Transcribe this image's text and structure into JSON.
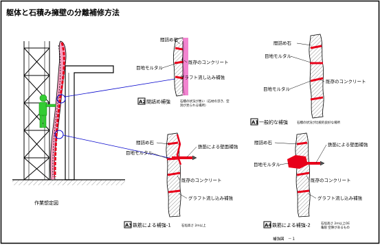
{
  "title": "躯体と石積み擁壁の分離補修方法",
  "left_view": {
    "caption": "作業想定図"
  },
  "panels": {
    "a2": {
      "tag": "A2",
      "title": "間詰め補強",
      "note_line1": "石積の状況が悪い（石材の浮き、空",
      "note_line2": "洞が見られる場所）",
      "labels": {
        "mazume": "間詰め石",
        "mortar": "目地モルタル",
        "concrete": "既存のコンクリート",
        "grout": "グラフト流し込み補強"
      }
    },
    "a1": {
      "tag": "A1",
      "title": "一般的な補強",
      "note": "石積の状況が比較的良好な場所",
      "labels": {
        "mazume": "間詰め石",
        "mortar": "目地モルタル",
        "joint": "目地モルタル",
        "concrete": "既存のコンクリート"
      }
    },
    "a3": {
      "tag": "A3",
      "title": "鉄筋による補強-1",
      "note": "石垣高さ 2m以上",
      "labels": {
        "mazume": "間詰め石",
        "mortar": "目地モルタル",
        "rebar": "鉄筋による壁面補強",
        "concrete": "既存のコンクリート",
        "grout": "グラフト流し込み補強"
      }
    },
    "a4": {
      "tag": "A4",
      "title": "鉄筋による補強-2",
      "note_line1": "石垣高さ 2m以上OE",
      "note_line2": "亀裂 空隙があるもの",
      "labels": {
        "mazume": "間詰め石",
        "mortar": "目地モルタル",
        "rebar": "鉄筋による壁面補強",
        "concrete": "既存のコンクリート",
        "grout": "グラフト流し込み補強"
      }
    }
  },
  "footer": {
    "label": "補強図　－１"
  },
  "colors": {
    "frame": "#000000",
    "mortar_red": "#e8001a",
    "grout_pink": "#f060c0",
    "figure_green": "#33cc33",
    "leader_blue": "#0000cc"
  }
}
